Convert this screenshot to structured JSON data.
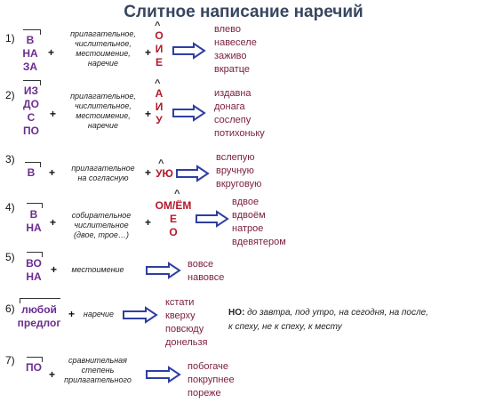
{
  "title": "Слитное написание наречий",
  "rules": [
    {
      "num": "1)",
      "prefixes": [
        "В",
        "НА",
        "ЗА"
      ],
      "description": [
        "прилагательное,",
        "числительное,",
        "местоимение,",
        "наречие"
      ],
      "suffixes": [
        "О",
        "И",
        "Е"
      ],
      "examples": [
        "влево",
        "навеселе",
        "заживо",
        "вкратце"
      ]
    },
    {
      "num": "2)",
      "prefixes": [
        "ИЗ",
        "ДО",
        "С",
        "ПО"
      ],
      "description": [
        "прилагательное,",
        "числительное,",
        "местоимение,",
        "наречие"
      ],
      "suffixes": [
        "А",
        "И",
        "У"
      ],
      "examples": [
        "издавна",
        "донага",
        "сослепу",
        "потихоньку"
      ]
    },
    {
      "num": "3)",
      "prefixes": [
        "В"
      ],
      "description": [
        "прилагательное",
        "на согласную"
      ],
      "suffixes": [
        "УЮ"
      ],
      "examples": [
        "вслепую",
        "вручную",
        "вкруговую"
      ]
    },
    {
      "num": "4)",
      "prefixes": [
        "В",
        "НА"
      ],
      "description": [
        "собирательное",
        "числительное",
        "(двое, трое…)"
      ],
      "suffixes": [
        "ОМ/ЁМ",
        "Е",
        "О"
      ],
      "examples": [
        "вдвое",
        "вдвоём",
        "натрое",
        "вдевятером"
      ]
    },
    {
      "num": "5)",
      "prefixes": [
        "ВО",
        "НА"
      ],
      "description": [
        "местоимение"
      ],
      "suffixes": [],
      "examples": [
        "вовсе",
        "навовсе"
      ]
    },
    {
      "num": "6)",
      "prefixes": [
        "любой",
        "предлог"
      ],
      "description": [
        "наречие"
      ],
      "suffixes": [],
      "examples": [
        "кстати",
        "кверху",
        "повсюду",
        "донельзя"
      ]
    },
    {
      "num": "7)",
      "prefixes": [
        "ПО"
      ],
      "description": [
        "сравнительная",
        "степень",
        "прилагательного"
      ],
      "suffixes": [],
      "examples": [
        "побогаче",
        "покрупнее",
        "пореже"
      ]
    }
  ],
  "plus": "+",
  "note": {
    "label": "НО:",
    "text_line1": " до завтра, под утро, на сегодня, на после,",
    "text_line2": "к спеху, не к спеху, к месту"
  }
}
